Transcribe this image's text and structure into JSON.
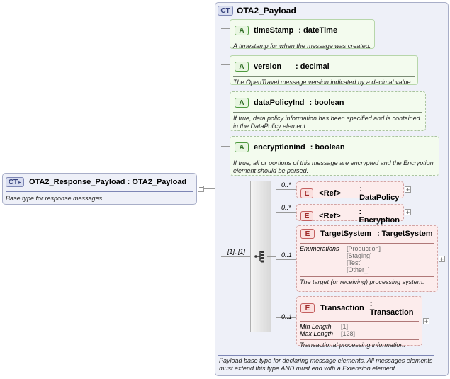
{
  "root": {
    "badge": "CT",
    "name": "OTA2_Response_Payload",
    "separator": ":",
    "type": "OTA2_Payload",
    "description": "Base type for response messages."
  },
  "payload": {
    "badge": "CT",
    "title": "OTA2_Payload",
    "description": "Payload base type for declaring message elements. All messages elements must extend this type AND must end with a Extension element.",
    "sequence_cardinality": "[1]..[1]",
    "attributes": [
      {
        "badge": "A",
        "name": "timeStamp",
        "type": ": dateTime",
        "description": "A timestamp for when the message was created."
      },
      {
        "badge": "A",
        "name": "version",
        "type": ": decimal",
        "description": "The OpenTravel message version indicated by a decimal value."
      },
      {
        "badge": "A",
        "name": "dataPolicyInd",
        "type": ": boolean",
        "description": "If true, data policy information has been specified and is contained in the DataPolicy element."
      },
      {
        "badge": "A",
        "name": "encryptionInd",
        "type": ": boolean",
        "description": "If true, all or portions of this message are encrypted and the Encryption element should be parsed."
      }
    ],
    "elements": [
      {
        "badge": "E",
        "name": "<Ref>",
        "type": ": DataPolicy",
        "cardinality": "0..*"
      },
      {
        "badge": "E",
        "name": "<Ref>",
        "type": ": Encryption",
        "cardinality": "0..*"
      },
      {
        "badge": "E",
        "name": "TargetSystem",
        "type": ": TargetSystem",
        "cardinality": "0..1",
        "facet_label": "Enumerations",
        "facet_values": [
          "[Production]",
          "[Staging]",
          "[Test]",
          "[Other_]"
        ],
        "description": "The target (or receiving) processing system."
      },
      {
        "badge": "E",
        "name": "Transaction",
        "type": ": Transaction",
        "cardinality": "0..1",
        "facets": [
          {
            "label": "Min Length",
            "value": "[1]"
          },
          {
            "label": "Max Length",
            "value": "[128]"
          }
        ],
        "description": "Transactional processing information."
      }
    ]
  },
  "controls": {
    "expand": "+",
    "collapse": "−"
  }
}
